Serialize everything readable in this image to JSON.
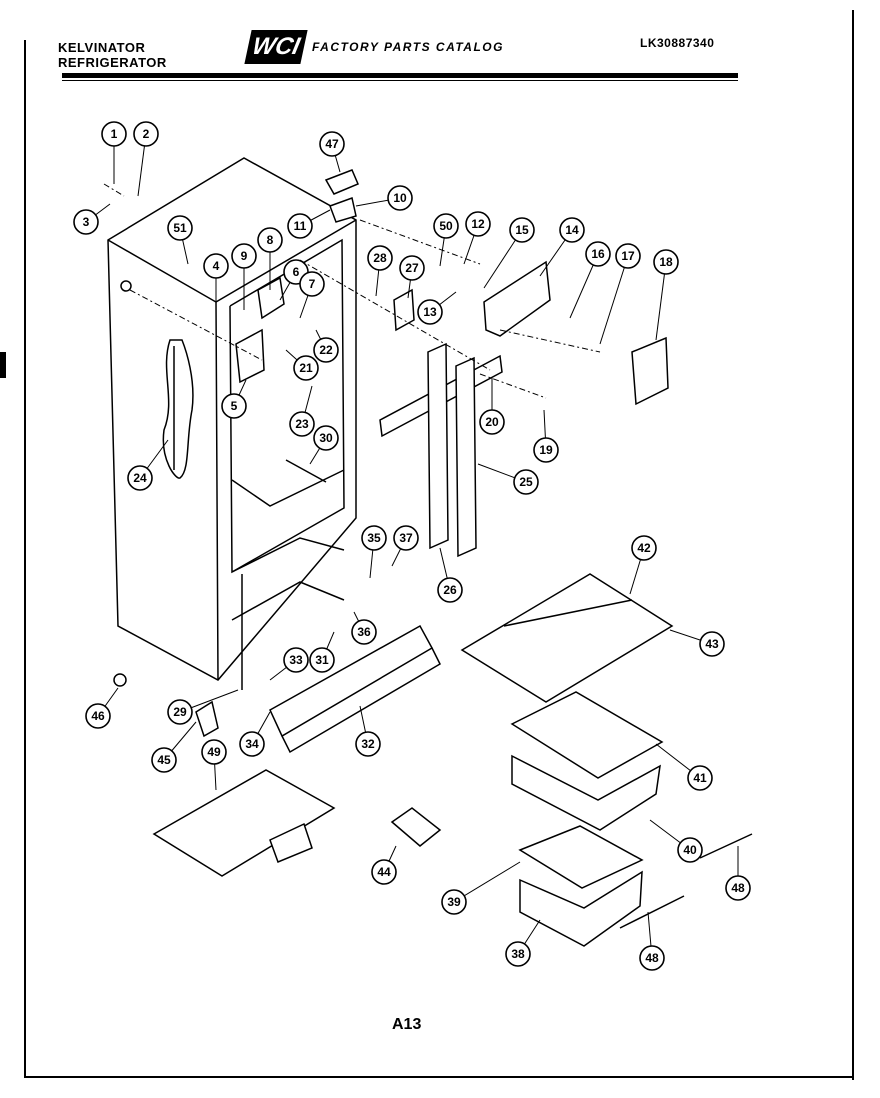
{
  "header": {
    "brand_line1": "KELVINATOR",
    "brand_line2": "REFRIGERATOR",
    "logo_text": "WCI",
    "catalog_title": "FACTORY PARTS CATALOG",
    "model_number": "LK30887340"
  },
  "footer": {
    "page_code": "A13"
  },
  "callouts": [
    "1",
    "2",
    "3",
    "4",
    "5",
    "6",
    "7",
    "8",
    "9",
    "10",
    "11",
    "12",
    "13",
    "14",
    "15",
    "16",
    "17",
    "18",
    "19",
    "20",
    "21",
    "22",
    "23",
    "24",
    "25",
    "26",
    "27",
    "28",
    "29",
    "30",
    "31",
    "32",
    "33",
    "34",
    "35",
    "36",
    "37",
    "38",
    "39",
    "40",
    "41",
    "42",
    "43",
    "44",
    "45",
    "46",
    "47",
    "48",
    "49",
    "50",
    "51"
  ]
}
